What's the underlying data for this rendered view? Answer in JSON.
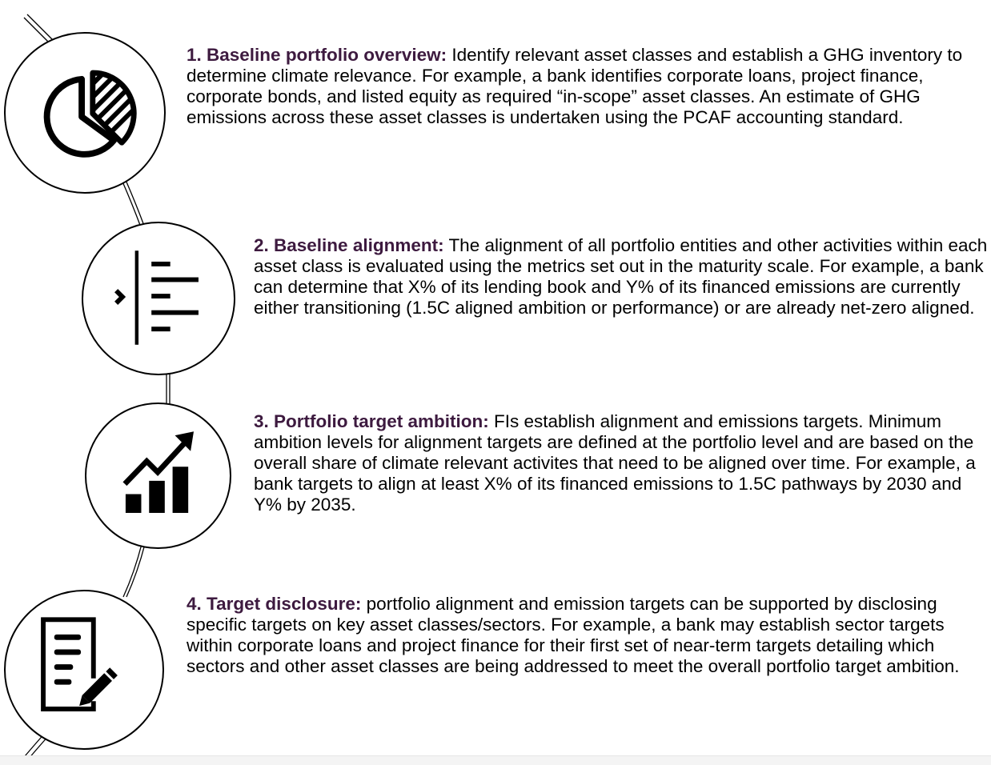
{
  "steps": [
    {
      "title": "1. Baseline portfolio overview:",
      "body": "Identify relevant asset classes and establish a GHG inventory to determine climate relevance. For example, a bank identifies corporate loans, project finance, corporate bonds, and listed equity as required “in-scope” asset classes. An estimate of GHG emissions across these asset classes is undertaken using the PCAF accounting standard.",
      "icon": "pie-chart-icon"
    },
    {
      "title": "2. Baseline alignment:",
      "body": "The alignment of all portfolio entities and other activities within each asset class is evaluated using the metrics set out in the maturity scale. For example, a bank can determine that X% of its lending book and Y% of its financed emissions are currently either transitioning (1.5C aligned ambition or performance) or are already net-zero aligned.",
      "icon": "align-bars-icon"
    },
    {
      "title": "3. Portfolio target ambition:",
      "body": "FIs establish alignment and emissions targets. Minimum ambition levels for alignment targets are defined at the portfolio level and are based on the overall share of climate relevant activites that need to be aligned over time. For example, a bank targets to align at least X% of its financed emissions to 1.5C pathways by 2030 and Y% by 2035.",
      "icon": "growth-chart-icon"
    },
    {
      "title": "4. Target disclosure:",
      "body": "portfolio alignment and emission targets can be supported by disclosing specific targets on key asset classes/sectors. For example, a bank may establish sector targets within corporate loans and project finance for their first set of near-term targets detailing which sectors and other asset classes are being addressed to meet the overall portfolio target ambition.",
      "icon": "document-edit-icon"
    }
  ],
  "colors": {
    "title": "#3d1a3f",
    "text": "#000000",
    "line": "#000000"
  }
}
